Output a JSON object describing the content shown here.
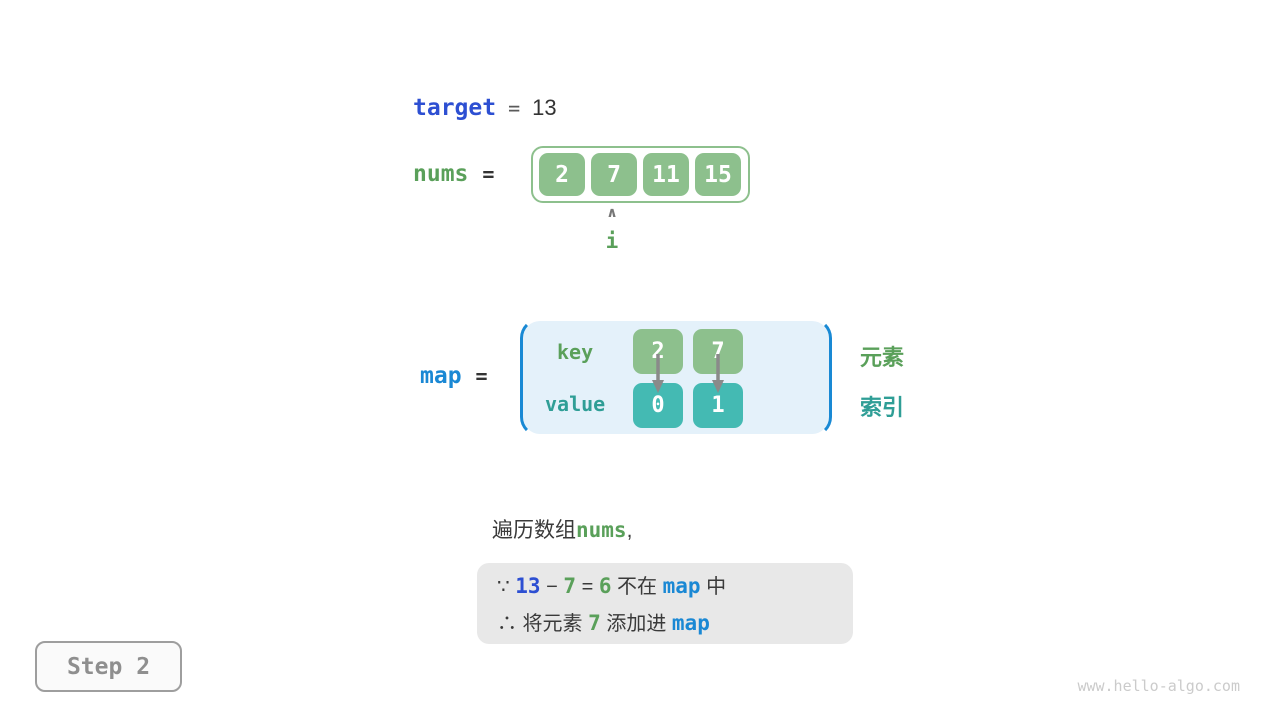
{
  "colors": {
    "royal_blue": "#2d4fd2",
    "azure_blue": "#1a88d4",
    "green_text": "#5aa05a",
    "teal_text": "#2f9e96",
    "green_box": "#8dc08d",
    "teal_box": "#44bab3",
    "map_background": "#e4f1fa",
    "note_background": "#e8e8e8",
    "dark_text": "#3a3a3a",
    "arrow_gray": "#8a8a8a"
  },
  "target_row": {
    "label": "target",
    "equals": "=",
    "value": "13"
  },
  "nums_row": {
    "label": "nums",
    "equals": "=",
    "cells": [
      "2",
      "7",
      "11",
      "15"
    ],
    "pointer_arrow": "∧",
    "pointer_label": "i"
  },
  "map_row": {
    "label": "map",
    "equals": "=",
    "key_label": "key",
    "value_label": "value",
    "keys": [
      "2",
      "7"
    ],
    "values": [
      "0",
      "1"
    ],
    "element_label": "元素",
    "index_label": "索引"
  },
  "caption": [
    {
      "t": "遍历数组 ",
      "c": "dark"
    },
    {
      "t": "nums",
      "c": "green",
      "code": true
    },
    {
      "t": " ,",
      "c": "dark"
    }
  ],
  "note_box": {
    "line1": [
      {
        "t": "∵ ",
        "c": "dark"
      },
      {
        "t": "13",
        "c": "royal",
        "code": true
      },
      {
        "t": " − ",
        "c": "dark"
      },
      {
        "t": "7",
        "c": "green",
        "code": true
      },
      {
        "t": " = ",
        "c": "dark"
      },
      {
        "t": "6",
        "c": "green",
        "code": true
      },
      {
        "t": " 不在 ",
        "c": "dark"
      },
      {
        "t": "map",
        "c": "azure",
        "code": true
      },
      {
        "t": " 中",
        "c": "dark"
      }
    ],
    "line2": [
      {
        "t": "∴ 将元素 ",
        "c": "dark"
      },
      {
        "t": "7",
        "c": "green",
        "code": true
      },
      {
        "t": " 添加进 ",
        "c": "dark"
      },
      {
        "t": "map",
        "c": "azure",
        "code": true
      }
    ]
  },
  "step_badge": "Step 2",
  "watermark": "www.hello-algo.com"
}
